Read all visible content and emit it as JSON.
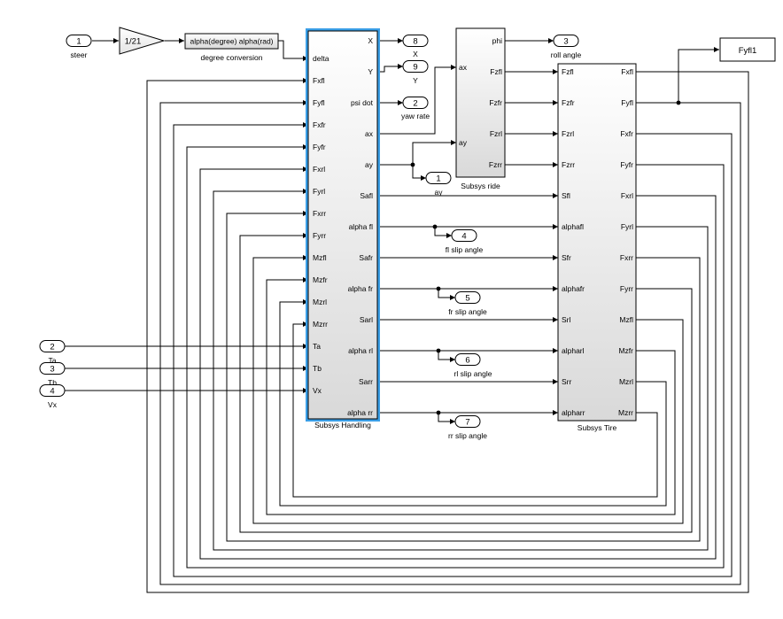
{
  "inports": [
    {
      "num": "1",
      "label": "steer"
    },
    {
      "num": "2",
      "label": "Ta"
    },
    {
      "num": "3",
      "label": "Tb"
    },
    {
      "num": "4",
      "label": "Vx"
    }
  ],
  "gain": {
    "text": "1/21"
  },
  "degree_conversion": {
    "inner": "alpha(degree) alpha(rad)",
    "label": "degree conversion"
  },
  "handling": {
    "label": "Subsys Handling",
    "inputs": [
      "delta",
      "Fxfl",
      "Fyfl",
      "Fxfr",
      "Fyfr",
      "Fxrl",
      "Fyrl",
      "Fxrr",
      "Fyrr",
      "Mzfl",
      "Mzfr",
      "Mzrl",
      "Mzrr",
      "Ta",
      "Tb",
      "Vx"
    ],
    "outputs": [
      "X",
      "Y",
      "psi dot",
      "ax",
      "ay",
      "Safl",
      "alpha fl",
      "Safr",
      "alpha fr",
      "Sarl",
      "alpha rl",
      "Sarr",
      "alpha rr"
    ]
  },
  "ride": {
    "label": "Subsys ride",
    "inputs": [
      "ax",
      "ay"
    ],
    "outputs": [
      "phi",
      "Fzfl",
      "Fzfr",
      "Fzrl",
      "Fzrr"
    ]
  },
  "tire": {
    "label": "Subsys Tire",
    "inputs": [
      "Fzfl",
      "Fzfr",
      "Fzrl",
      "Fzrr",
      "Sfl",
      "alphafl",
      "Sfr",
      "alphafr",
      "Srl",
      "alpharl",
      "Srr",
      "alpharr"
    ],
    "outputs": [
      "Fxfl",
      "Fyfl",
      "Fxfr",
      "Fyfr",
      "Fxrl",
      "Fyrl",
      "Fxrr",
      "Fyrr",
      "Mzfl",
      "Mzfr",
      "Mzrl",
      "Mzrr"
    ]
  },
  "outports": [
    {
      "num": "8",
      "label": "X"
    },
    {
      "num": "9",
      "label": "Y"
    },
    {
      "num": "2",
      "label": "yaw rate"
    },
    {
      "num": "1",
      "label": "ay"
    },
    {
      "num": "3",
      "label": "roll angle"
    },
    {
      "num": "4",
      "label": "fl slip angle"
    },
    {
      "num": "5",
      "label": "fr slip angle"
    },
    {
      "num": "6",
      "label": "rl slip angle"
    },
    {
      "num": "7",
      "label": "rr slip angle"
    }
  ],
  "scope": {
    "label": "Fyfl1"
  }
}
